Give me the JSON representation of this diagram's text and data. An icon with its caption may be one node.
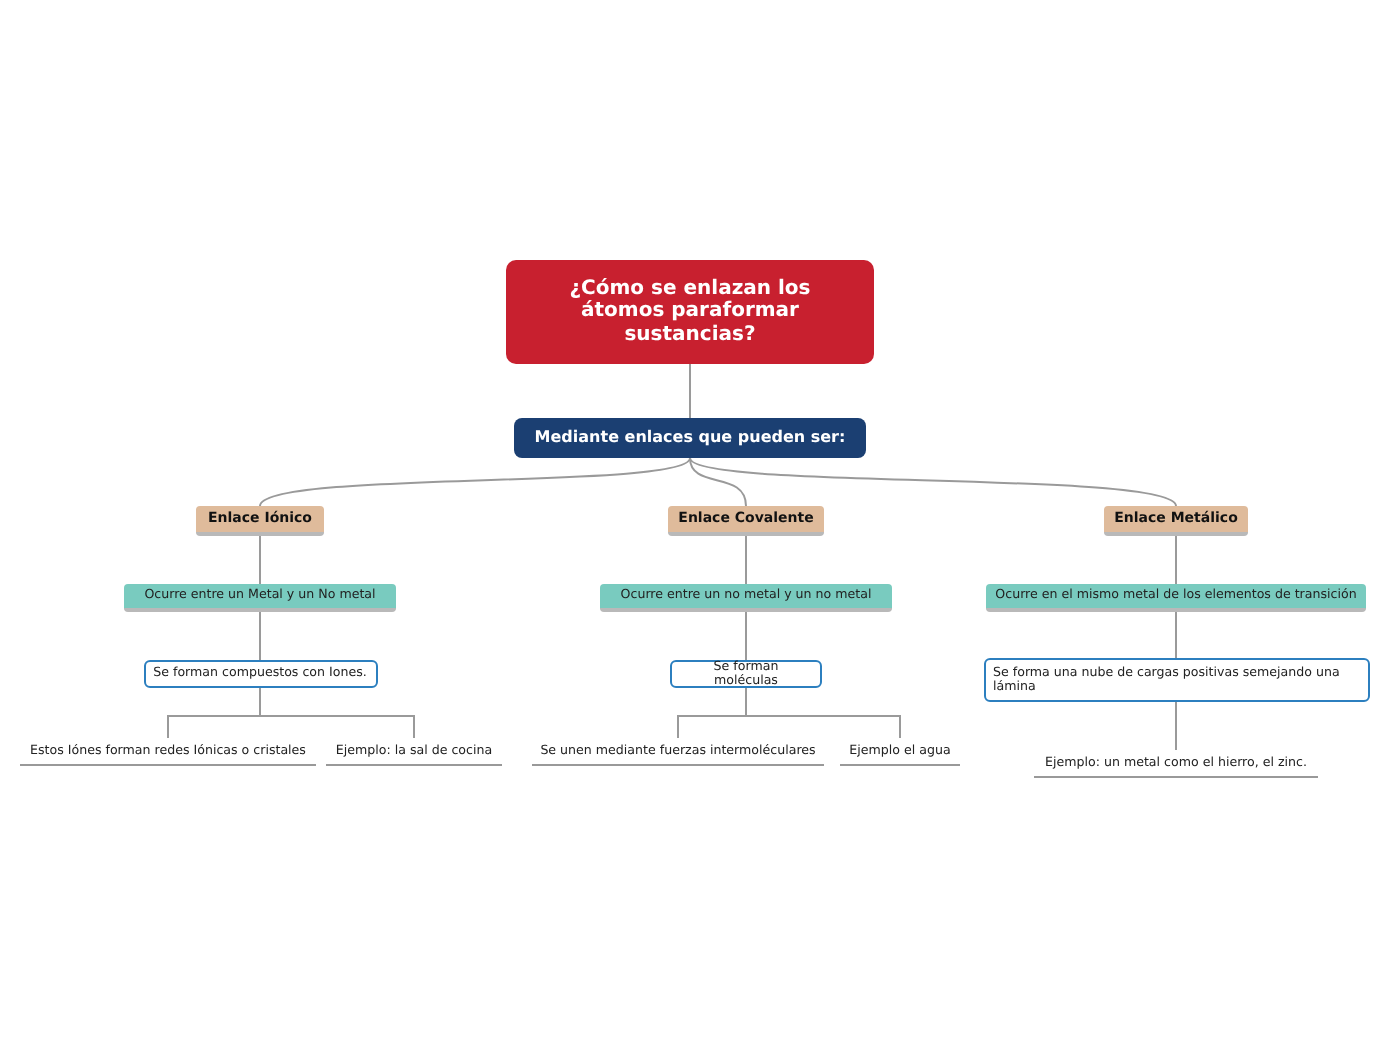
{
  "diagram": {
    "nodes": [
      {
        "text": [
          "¿Cómo se enlazan los átomos paraformar sustancias?"
        ]
      },
      {
        "text": [
          "Mediante enlaces que pueden ser:"
        ]
      },
      {
        "text": [
          "Enlace Iónico"
        ]
      },
      {
        "text": [
          "Enlace Covalente"
        ]
      },
      {
        "text": [
          "Enlace Metálico"
        ]
      },
      {
        "text": [
          "Ocurre entre un Metal y un No metal"
        ]
      },
      {
        "text": [
          "Se forman compuestos con Iones."
        ]
      },
      {
        "text": [
          "Estos Iónes forman redes Iónicas o cristales"
        ]
      },
      {
        "text": [
          "Ejemplo: la sal de cocina"
        ]
      },
      {
        "text": [
          "Ocurre entre un no metal y un no metal"
        ]
      },
      {
        "text": [
          "Se forman moléculas"
        ]
      },
      {
        "text": [
          "Se unen mediante fuerzas intermoléculares"
        ]
      },
      {
        "text": [
          "Ejemplo el agua"
        ]
      },
      {
        "text": [
          "Ocurre en el mismo metal de los elementos de transición"
        ]
      },
      {
        "text": [
          "Se forma una nube de cargas positivas semejando una lámina"
        ]
      },
      {
        "text": [
          "Ejemplo: un metal como el hierro, el zinc."
        ]
      }
    ],
    "edges": [
      {
        "from": 0,
        "to": 1,
        "arrow": "none"
      },
      {
        "from": 1,
        "to": 2,
        "arrow": "none"
      },
      {
        "from": 1,
        "to": 3,
        "arrow": "none"
      },
      {
        "from": 1,
        "to": 4,
        "arrow": "none"
      },
      {
        "from": 2,
        "to": 5,
        "arrow": "none"
      },
      {
        "from": 5,
        "to": 6,
        "arrow": "none"
      },
      {
        "from": 6,
        "to": 7,
        "arrow": "none"
      },
      {
        "from": 6,
        "to": 8,
        "arrow": "none"
      },
      {
        "from": 3,
        "to": 9,
        "arrow": "none"
      },
      {
        "from": 9,
        "to": 10,
        "arrow": "none"
      },
      {
        "from": 10,
        "to": 11,
        "arrow": "none"
      },
      {
        "from": 10,
        "to": 12,
        "arrow": "none"
      },
      {
        "from": 4,
        "to": 13,
        "arrow": "none"
      },
      {
        "from": 13,
        "to": 14,
        "arrow": "none"
      },
      {
        "from": 14,
        "to": 15,
        "arrow": "none"
      }
    ]
  }
}
